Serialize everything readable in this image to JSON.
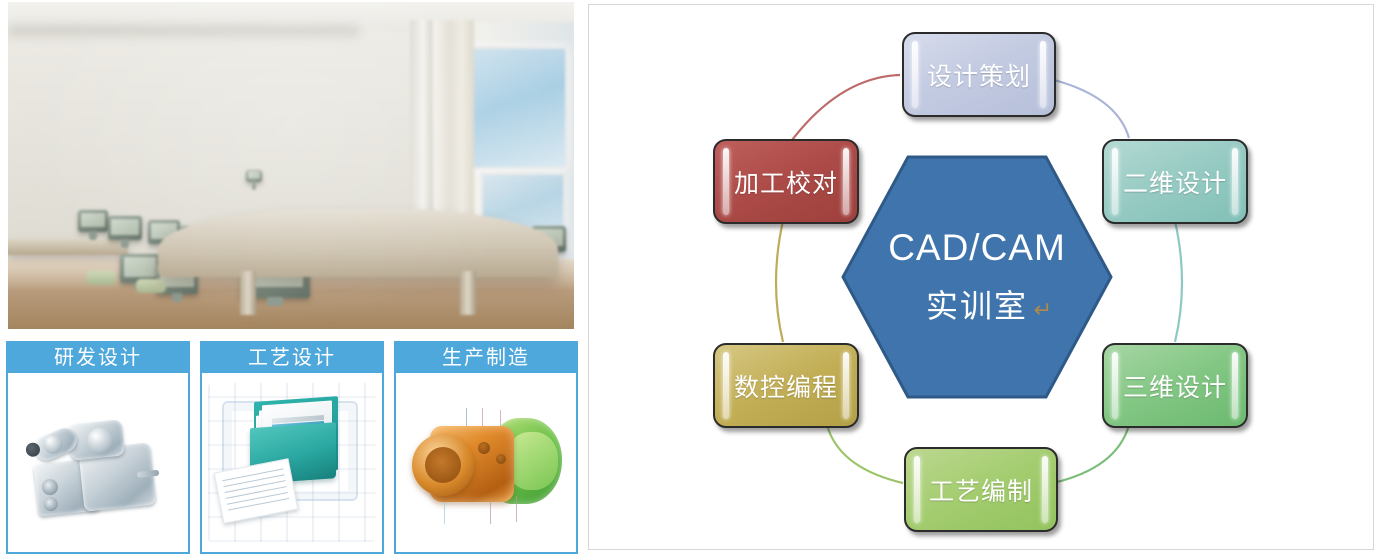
{
  "left": {
    "photo": {
      "name": "cad-cam-classroom-photo",
      "alt": "CAD/CAM training room with rows of computer monitors on desks"
    },
    "cards": [
      {
        "title": "研发设计",
        "image_name": "engine-assembly-render"
      },
      {
        "title": "工艺设计",
        "image_name": "process-document-folder"
      },
      {
        "title": "生产制造",
        "image_name": "cam-machining-toolpath"
      }
    ],
    "card_header_color": "#4fa8dc",
    "card_border_color": "#4fa8dc"
  },
  "diagram": {
    "center": {
      "line1": "CAD/CAM",
      "line2": "实训室",
      "mark": "↵",
      "fill": "#3f74ad",
      "stroke": "#2f5a87"
    },
    "nodes": [
      {
        "id": "design-planning",
        "label": "设计策划",
        "color": "#c3cbe2",
        "position": "top"
      },
      {
        "id": "2d-design",
        "label": "二维设计",
        "color": "#95cac2",
        "position": "right-upper"
      },
      {
        "id": "3d-design",
        "label": "三维设计",
        "color": "#82c683",
        "position": "right-lower"
      },
      {
        "id": "process-planning",
        "label": "工艺编制",
        "color": "#a3cc6f",
        "position": "bottom"
      },
      {
        "id": "nc-programming",
        "label": "数控编程",
        "color": "#c2ae55",
        "position": "left-lower"
      },
      {
        "id": "machining-check",
        "label": "加工校对",
        "color": "#ab4a47",
        "position": "left-upper"
      }
    ],
    "connectors": [
      {
        "from": "machining-check",
        "to": "design-planning",
        "color": "#bd6a6a"
      },
      {
        "from": "design-planning",
        "to": "2d-design",
        "color": "#a9b4d6"
      },
      {
        "from": "2d-design",
        "to": "3d-design",
        "color": "#8ec9c1"
      },
      {
        "from": "3d-design",
        "to": "process-planning",
        "color": "#7cbd79"
      },
      {
        "from": "process-planning",
        "to": "nc-programming",
        "color": "#9cc468"
      },
      {
        "from": "nc-programming",
        "to": "machining-check",
        "color": "#c0ab59"
      }
    ],
    "panel_border_color": "#d7d7d7"
  }
}
